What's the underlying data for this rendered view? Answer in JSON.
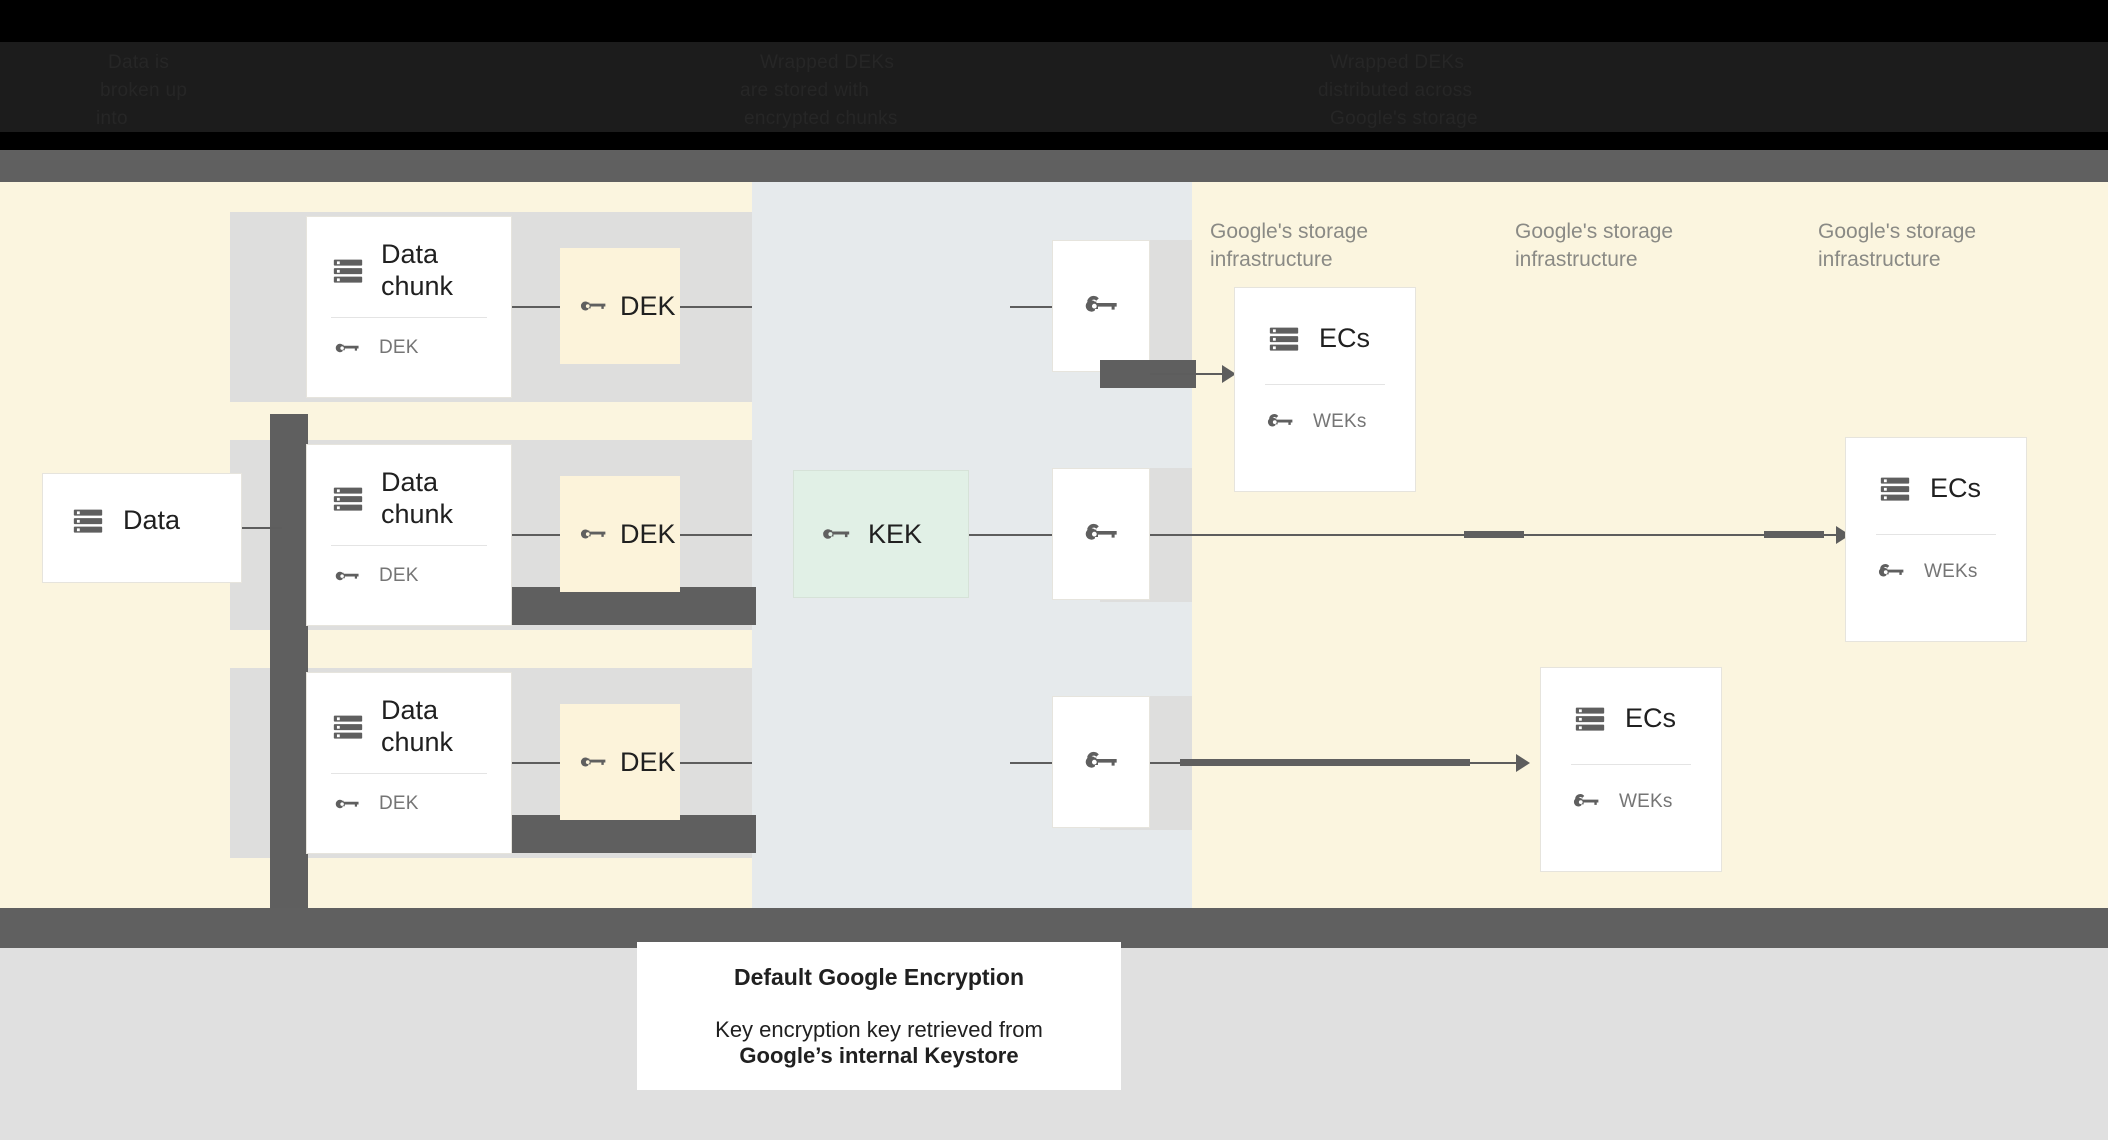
{
  "header": {
    "obscured": true,
    "left": [
      "Data is",
      "broken up",
      "into"
    ],
    "middle": [
      "Wrapped DEKs",
      "are stored with",
      "encrypted chunks"
    ],
    "right": [
      "Wrapped DEKs",
      "distributed across",
      "Google's storage"
    ]
  },
  "canvas": {
    "source_card": {
      "title": "Data",
      "icon": "server-icon"
    },
    "chunks": [
      {
        "title": "Data\nchunk",
        "icon": "server-icon",
        "key_icon": "key-icon",
        "key_label": "DEK"
      },
      {
        "title": "Data\nchunk",
        "icon": "server-icon",
        "key_icon": "key-icon",
        "key_label": "DEK"
      },
      {
        "title": "Data\nchunk",
        "icon": "server-icon",
        "key_icon": "key-icon",
        "key_label": "DEK"
      }
    ],
    "dek_chips": [
      {
        "label": "DEK",
        "icon": "key-icon",
        "color": "#fcf3da"
      },
      {
        "label": "DEK",
        "icon": "key-icon",
        "color": "#fcf3da"
      },
      {
        "label": "DEK",
        "icon": "key-icon",
        "color": "#fcf3da"
      }
    ],
    "kek_chip": {
      "label": "KEK",
      "icon": "key-icon",
      "color": "#e1f0e6"
    },
    "wek_boxes": [
      {
        "icon": "wrapped-key-icon"
      },
      {
        "icon": "wrapped-key-icon"
      },
      {
        "icon": "wrapped-key-icon"
      }
    ],
    "infra_labels": [
      "Google's storage\ninfrastructure",
      "Google's storage\ninfrastructure",
      "Google's storage\ninfrastructure"
    ],
    "ec_cards": [
      {
        "title": "ECs",
        "icon": "server-icon",
        "key_icon": "wrapped-key-icon",
        "key_label": "WEKs"
      },
      {
        "title": "ECs",
        "icon": "server-icon",
        "key_icon": "wrapped-key-icon",
        "key_label": "WEKs"
      },
      {
        "title": "ECs",
        "icon": "server-icon",
        "key_icon": "wrapped-key-icon",
        "key_label": "WEKs"
      }
    ]
  },
  "caption": {
    "title": "Default Google Encryption",
    "line1": "Key encryption key retrieved from",
    "line2": "Google’s internal Keystore"
  },
  "colors": {
    "cream": "#fbf5df",
    "blue_column": "#e6eaec",
    "grey_strip": "#dededd",
    "dark_band": "#606060",
    "kek_mint": "#e1f0e6",
    "dek_cream": "#fcf3da",
    "footer_grey": "#e0e0e0",
    "icon_grey": "#5f5f5f",
    "label_grey": "#8a8a85"
  }
}
